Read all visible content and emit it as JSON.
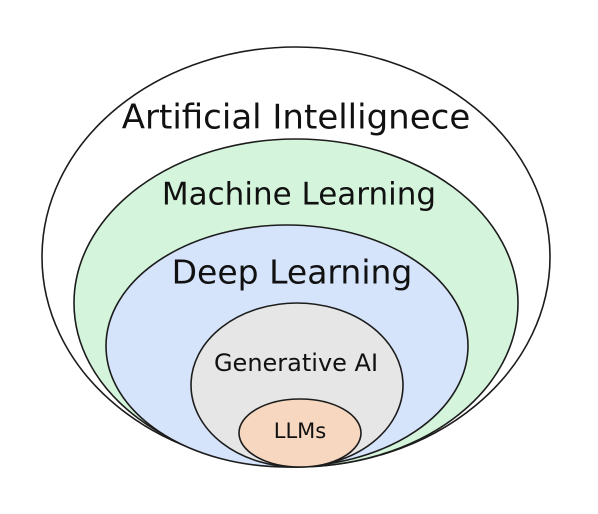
{
  "diagram": {
    "layers": [
      {
        "label": "Artificial Intellignece",
        "fill": "#ffffff"
      },
      {
        "label": "Machine Learning",
        "fill": "#d4f5dc"
      },
      {
        "label": "Deep Learning",
        "fill": "#d6e4fb"
      },
      {
        "label": "Generative AI",
        "fill": "#e6e6e6"
      },
      {
        "label": "LLMs",
        "fill": "#f7d7c0"
      }
    ]
  }
}
